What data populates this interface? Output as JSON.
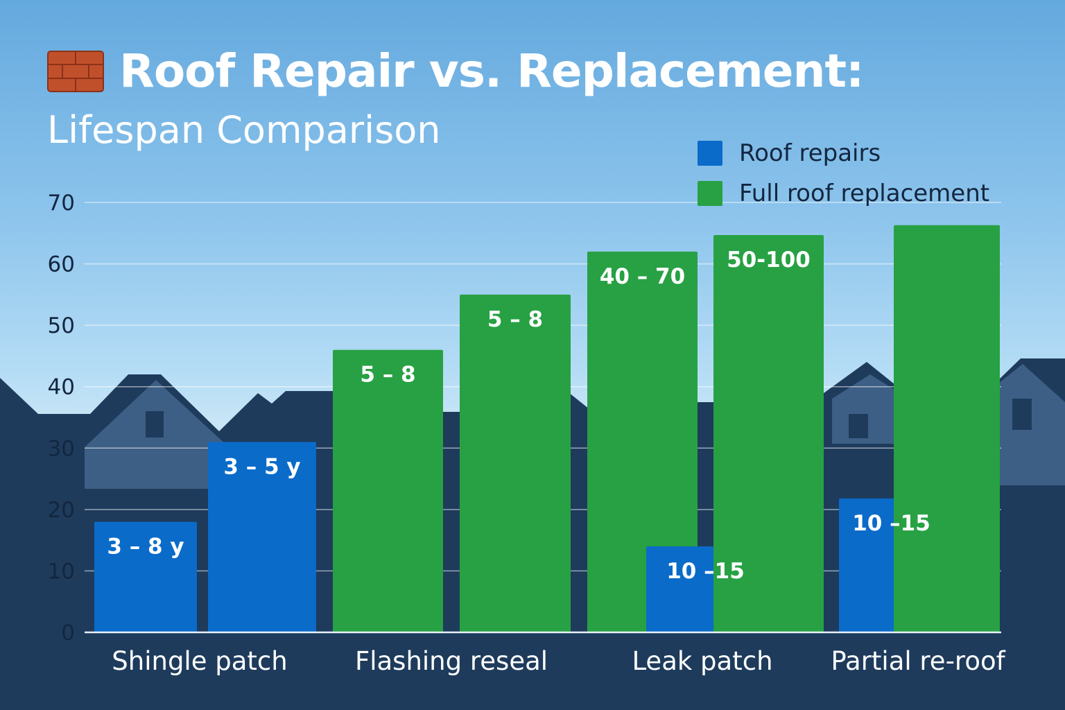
{
  "header": {
    "title": "Roof Repair vs. Replacement:",
    "subtitle": "Lifespan Comparison",
    "title_icon": "brick-wall-icon"
  },
  "colors": {
    "repairs": "#0a6bc9",
    "replacement": "#27a143",
    "sky_top": "#64a9de",
    "silhouette": "#1e3b5c",
    "text_dark": "#13263f"
  },
  "chart_data": {
    "type": "bar",
    "ylim": [
      0,
      70
    ],
    "yticks": [
      0,
      10,
      20,
      30,
      40,
      50,
      60,
      70
    ],
    "grid": true,
    "legend_position": "top-right",
    "categories": [
      "Shingle patch",
      "Flashing reseal",
      "Leak patch",
      "Partial re-roof"
    ],
    "series": [
      {
        "name": "Roof repairs",
        "color": "#0a6bc9"
      },
      {
        "name": "Full roof replacement",
        "color": "#27a143"
      }
    ],
    "bars": [
      {
        "series": 0,
        "value": 18,
        "label": "3 – 8 y"
      },
      {
        "series": 0,
        "value": 31,
        "label": "3 – 5 y"
      },
      {
        "series": 1,
        "value": 46,
        "label": "5 – 8"
      },
      {
        "series": 1,
        "value": 55,
        "label": "5 – 8"
      },
      {
        "series": 1,
        "value": 62,
        "label": "40 – 70"
      },
      {
        "series": 0,
        "value": 14,
        "label": "10 –15"
      },
      {
        "series": 1,
        "value": 64.7,
        "label": "50-100"
      },
      {
        "series": 0,
        "value": 21.8,
        "label": "10 –15"
      },
      {
        "series": 1,
        "value": 66.3,
        "label": ""
      }
    ]
  }
}
